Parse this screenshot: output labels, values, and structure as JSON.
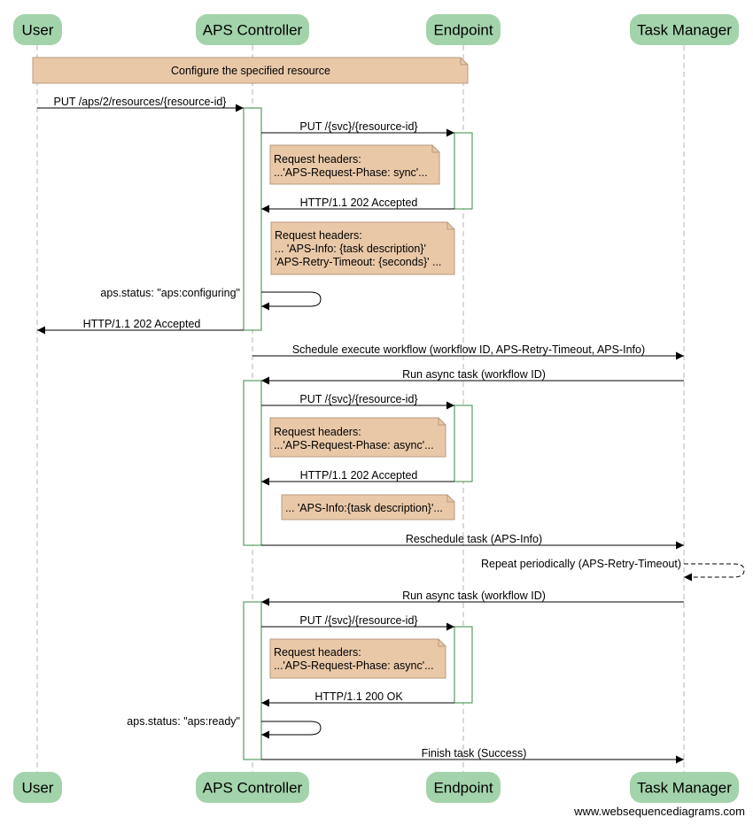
{
  "colors": {
    "actor_fill": "#a3d3ab",
    "note_fill": "#e9c8a8",
    "note_stroke": "#b89a7c",
    "activation_stroke": "#3a8a45",
    "lifeline": "#b5b5b5",
    "arrow": "#000000"
  },
  "actors": [
    {
      "id": "user",
      "label": "User"
    },
    {
      "id": "aps",
      "label": "APS Controller"
    },
    {
      "id": "endpoint",
      "label": "Endpoint"
    },
    {
      "id": "tm",
      "label": "Task Manager"
    }
  ],
  "notes": [
    {
      "id": "n1",
      "lines": [
        "Configure the specified resource"
      ]
    },
    {
      "id": "n2",
      "lines": [
        "Request headers:",
        "...'APS-Request-Phase: sync'..."
      ]
    },
    {
      "id": "n3",
      "lines": [
        "Request headers:",
        "... 'APS-Info: {task description}'",
        "'APS-Retry-Timeout: {seconds}' ..."
      ]
    },
    {
      "id": "n4",
      "lines": [
        "Request headers:",
        "...'APS-Request-Phase: async'..."
      ]
    },
    {
      "id": "n5",
      "lines": [
        "... 'APS-Info:{task description}'..."
      ]
    },
    {
      "id": "n6",
      "lines": [
        "Request headers:",
        "...'APS-Request-Phase: async'..."
      ]
    }
  ],
  "messages": [
    {
      "id": "m1",
      "label": "PUT /aps/2/resources/{resource-id}"
    },
    {
      "id": "m2",
      "label": "PUT /{svc}/{resource-id}"
    },
    {
      "id": "m3",
      "label": "HTTP/1.1 202 Accepted"
    },
    {
      "id": "m4",
      "label": "aps.status: \"aps:configuring\""
    },
    {
      "id": "m5",
      "label": "HTTP/1.1 202 Accepted"
    },
    {
      "id": "m6",
      "label": "Schedule execute workflow (workflow ID, APS-Retry-Timeout, APS-Info)"
    },
    {
      "id": "m7",
      "label": "Run async task (workflow ID)"
    },
    {
      "id": "m8",
      "label": "PUT /{svc}/{resource-id}"
    },
    {
      "id": "m9",
      "label": "HTTP/1.1 202 Accepted"
    },
    {
      "id": "m10",
      "label": "Reschedule task (APS-Info)"
    },
    {
      "id": "m11",
      "label": "Repeat periodically (APS-Retry-Timeout)"
    },
    {
      "id": "m12",
      "label": "Run async task (workflow ID)"
    },
    {
      "id": "m13",
      "label": "PUT /{svc}/{resource-id}"
    },
    {
      "id": "m14",
      "label": "HTTP/1.1 200 OK"
    },
    {
      "id": "m15",
      "label": "aps.status: \"aps:ready\""
    },
    {
      "id": "m16",
      "label": "Finish task (Success)"
    }
  ],
  "watermark": "www.websequencediagrams.com"
}
